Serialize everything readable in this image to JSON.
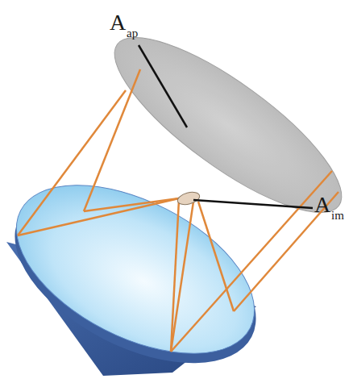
{
  "diagram": {
    "labels": [
      "A",
      "ap",
      "A",
      "im"
    ]
  }
}
